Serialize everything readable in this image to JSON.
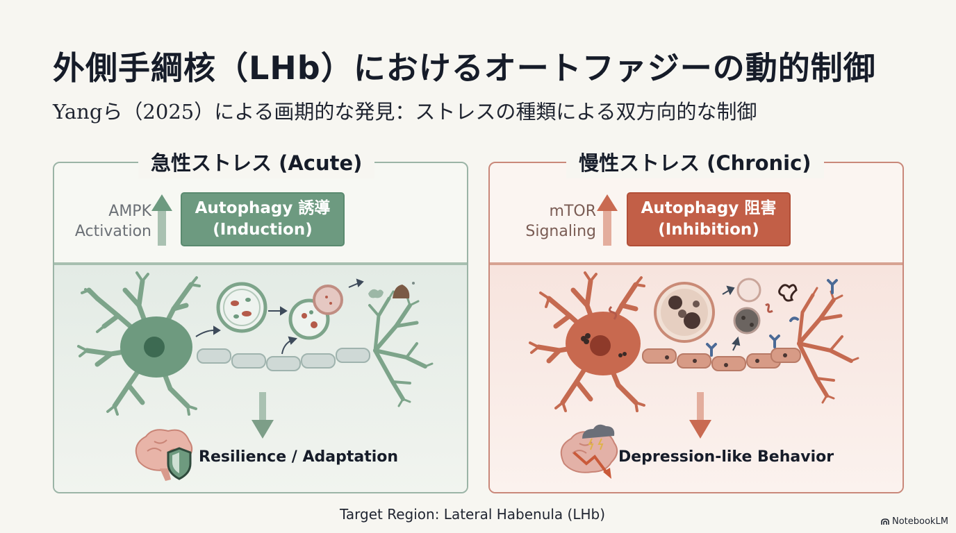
{
  "title": "外側手綱核（LHb）におけるオートファジーの動的制御",
  "subtitle": "Yangら（2025）による画期的な発見：ストレスの種類による双方向的な制御",
  "acute": {
    "heading": "急性ストレス (Acute)",
    "signal_line1": "AMPK",
    "signal_line2": "Activation",
    "box_line1": "Autophagy 誘導",
    "box_line2": "(Induction)",
    "outcome": "Resilience / Adaptation",
    "color": "#6d9a80"
  },
  "chronic": {
    "heading": "慢性ストレス (Chronic)",
    "signal_line1": "mTOR",
    "signal_line2": "Signaling",
    "box_line1": "Autophagy 阻害",
    "box_line2": "(Inhibition)",
    "outcome": "Depression-like Behavior",
    "color": "#c25f47"
  },
  "footer": "Target Region: Lateral Habenula (LHb)",
  "brand": "NotebookLM"
}
